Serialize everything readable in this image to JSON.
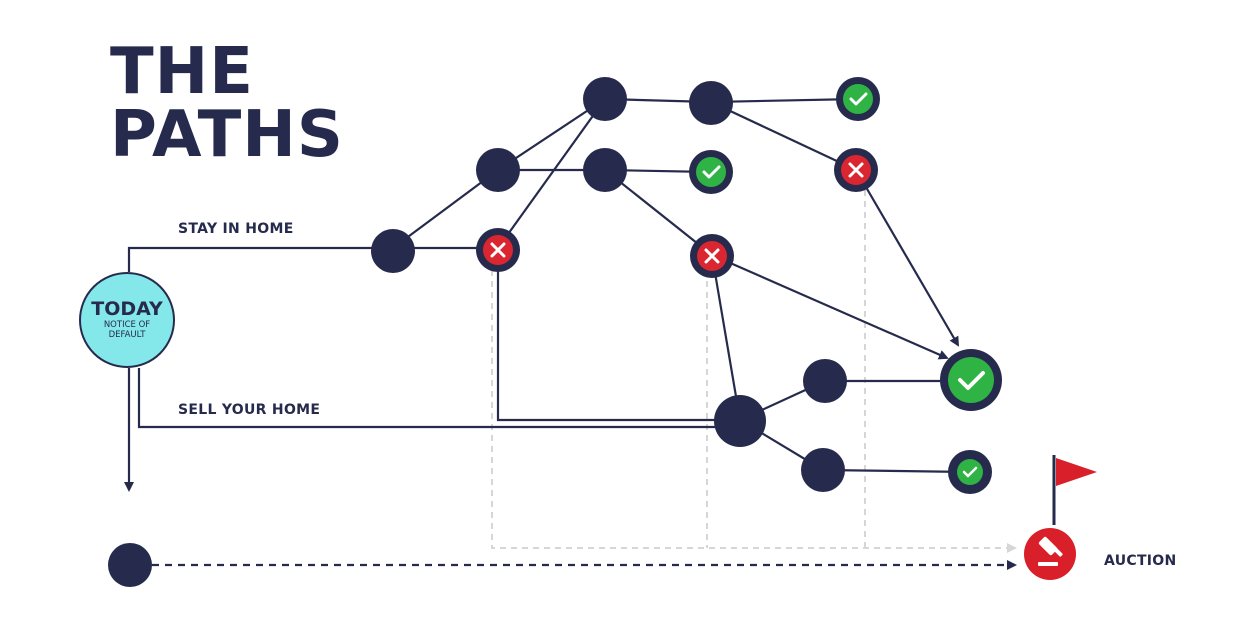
{
  "title": {
    "line1": "THE",
    "line2": "PATHS"
  },
  "start_node": {
    "title": "TODAY",
    "subtitle": "NOTICE OF DEFAULT"
  },
  "paths": {
    "stay_label": "STAY IN HOME",
    "sell_label": "SELL YOUR HOME"
  },
  "end_node": {
    "label": "AUCTION",
    "icon": "gavel-icon",
    "flag": "flag-icon"
  },
  "colors": {
    "navy": "#262b4d",
    "success": "#2fb344",
    "fail": "#d92630",
    "auction": "#d91f2a",
    "today": "#84e8ea",
    "dashed": "#d6d6d6"
  }
}
